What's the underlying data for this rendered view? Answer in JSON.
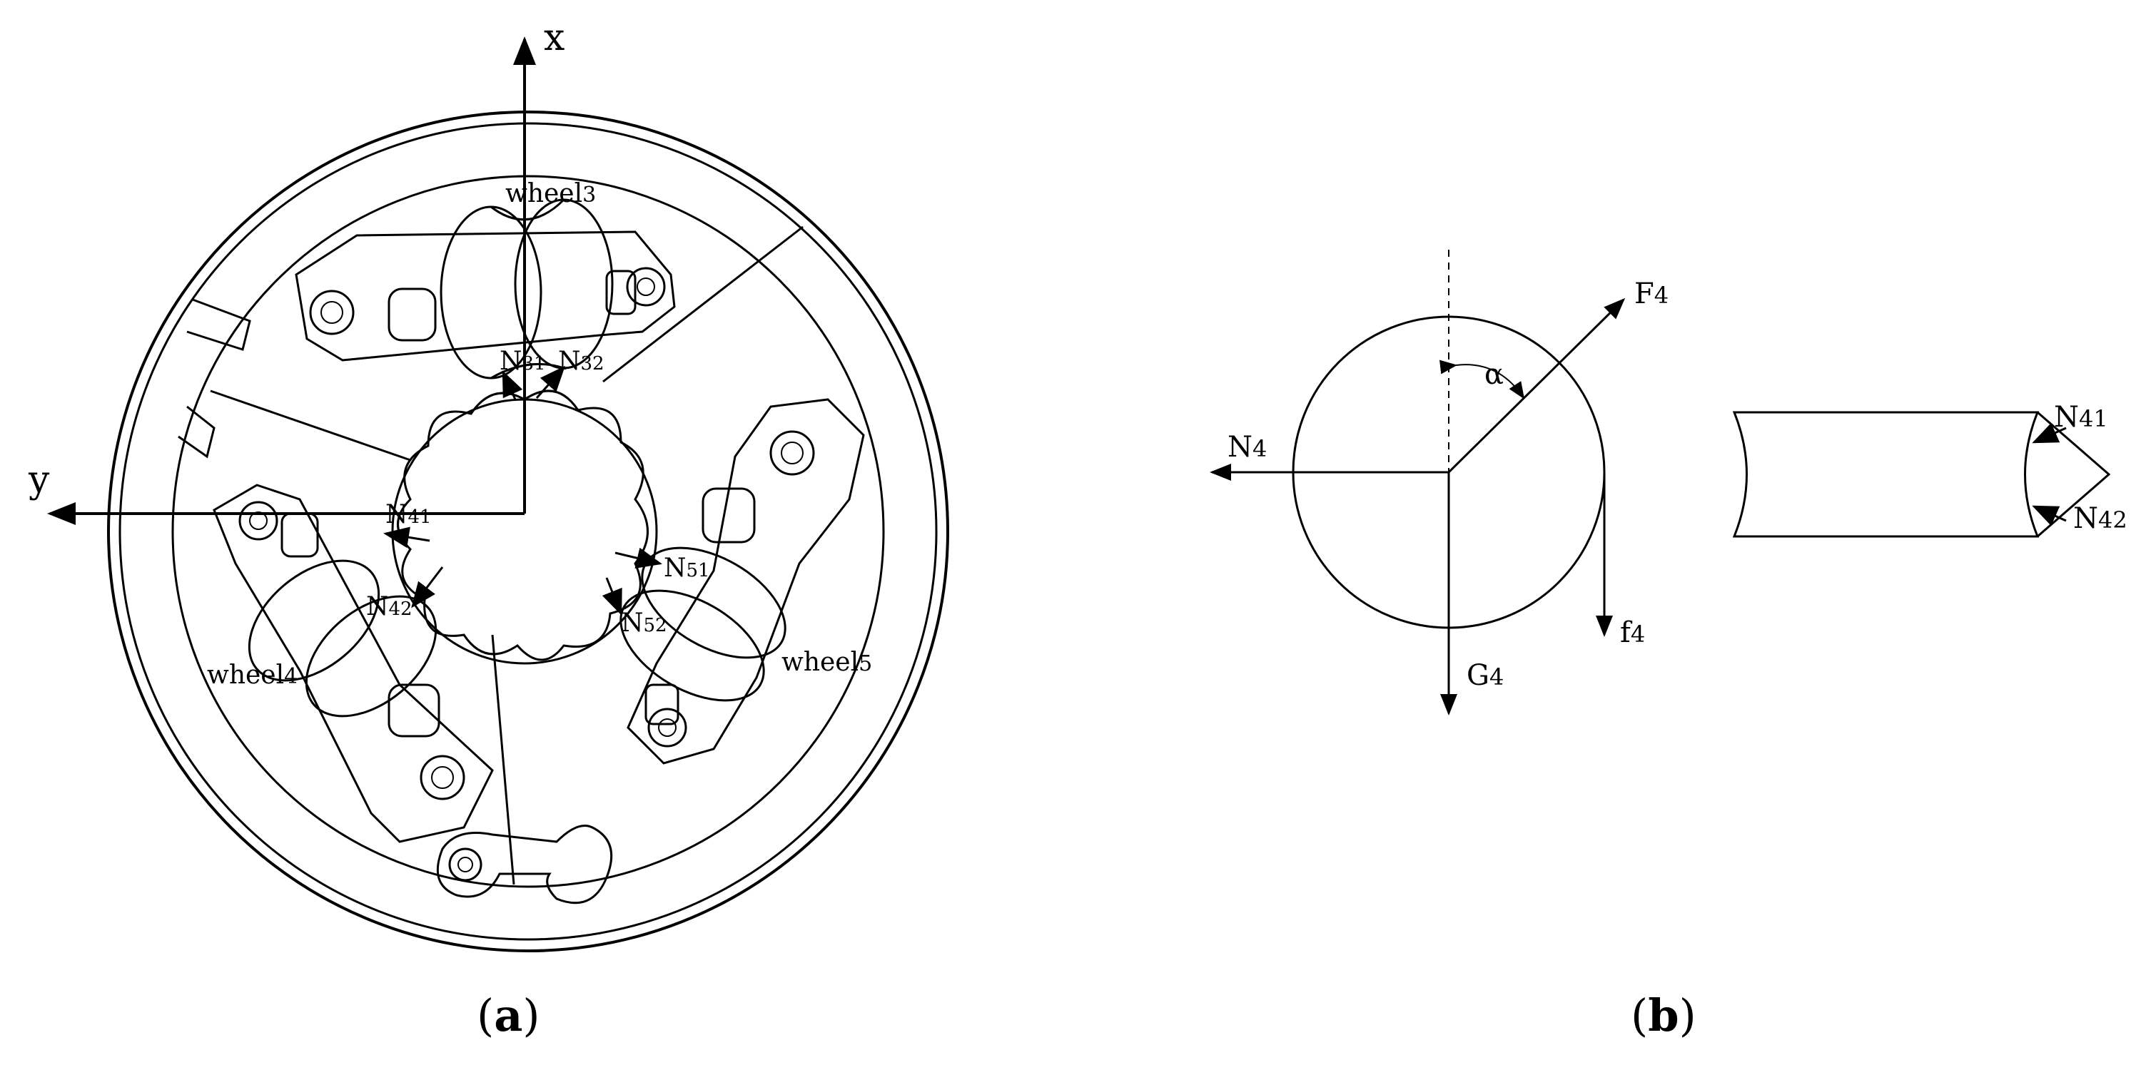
{
  "panel_a": {
    "caption_letter": "a",
    "axes": {
      "x_label": "x",
      "y_label": "y"
    },
    "wheels": [
      {
        "base": "wheel",
        "sub": "3"
      },
      {
        "base": "wheel",
        "sub": "4"
      },
      {
        "base": "wheel",
        "sub": "5"
      }
    ],
    "forces": {
      "N31": {
        "base": "N",
        "sub": "31"
      },
      "N32": {
        "base": "N",
        "sub": "32"
      },
      "N41": {
        "base": "N",
        "sub": "41"
      },
      "N42": {
        "base": "N",
        "sub": "42"
      },
      "N51": {
        "base": "N",
        "sub": "51"
      },
      "N52": {
        "base": "N",
        "sub": "52"
      }
    }
  },
  "panel_b": {
    "caption_letter": "b",
    "angle": "α",
    "forces": {
      "F4": {
        "base": "F",
        "sub": "4"
      },
      "N4": {
        "base": "N",
        "sub": "4"
      },
      "f4": {
        "base": "f",
        "sub": "4"
      },
      "G4": {
        "base": "G",
        "sub": "4"
      },
      "N41": {
        "base": "N",
        "sub": "41"
      },
      "N42": {
        "base": "N",
        "sub": "42"
      }
    }
  },
  "colors": {
    "ink": "#000000",
    "background": "#ffffff",
    "fill_light": "#f2f2f2"
  }
}
